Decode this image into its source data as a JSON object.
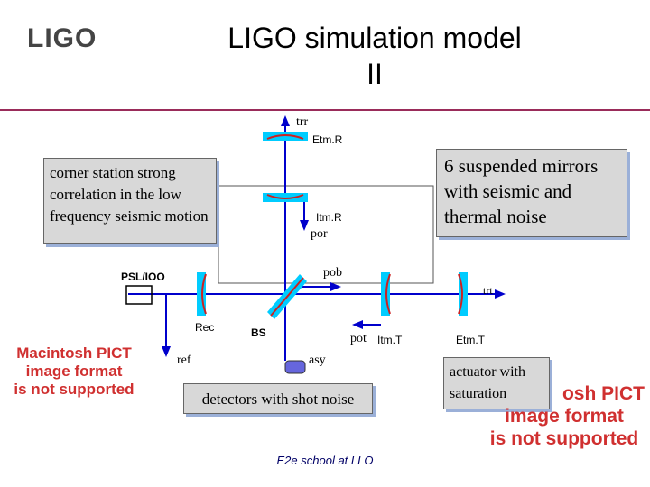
{
  "slide": {
    "title_line1": "LIGO simulation model",
    "title_line2": "II",
    "logo_text": "LIGO",
    "footer": "E2e school at LLO"
  },
  "callouts": {
    "corner_station": "corner station strong correlation in the low frequency seismic motion",
    "suspended_mirrors": "6 suspended mirrors with seismic and thermal noise",
    "detectors": "detectors with shot noise",
    "actuator": "actuator with saturation"
  },
  "components": {
    "etm_r": "Etm.R",
    "itm_r": "Itm.R",
    "psl": "PSL/IOO",
    "rec": "Rec",
    "bs": "BS",
    "itm_t": "Itm.T",
    "etm_t": "Etm.T"
  },
  "ports": {
    "trr": "trr",
    "por_r": "por",
    "pob": "pob",
    "trt": "trt",
    "pot": "pot",
    "ref": "ref",
    "asy": "asy"
  },
  "placeholders": {
    "pict_line1": "Macintosh PICT",
    "pict_line2": "image format",
    "pict_line3": "is not supported",
    "pict_right_line1": "osh PICT"
  },
  "colors": {
    "beam": "#0000cc",
    "mirror": "#00ccff",
    "mirror_coating": "#cc2222",
    "rule": "#9a2c5a",
    "placeholder_text": "#d03030"
  }
}
